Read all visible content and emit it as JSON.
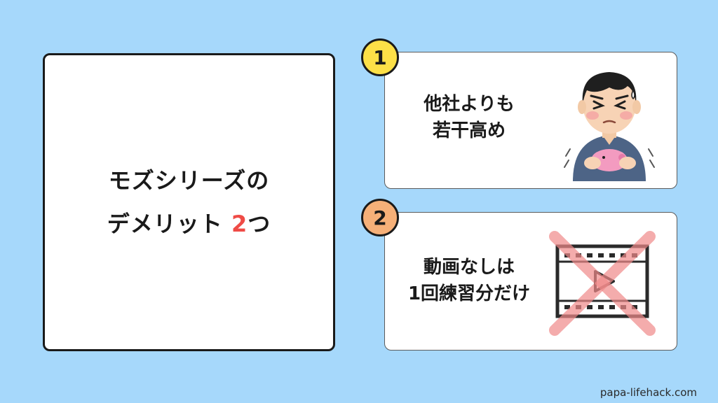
{
  "main": {
    "line1": "モズシリーズの",
    "line2_prefix": "デメリット ",
    "line2_number": "2",
    "line2_suffix": "つ"
  },
  "items": [
    {
      "number": "1",
      "badge_color": "#fde047",
      "lines": [
        "他社よりも",
        "若干高め"
      ],
      "icon": "worried-man-with-piggy-bank-icon"
    },
    {
      "number": "2",
      "badge_color": "#f6b078",
      "lines": [
        "動画なしは",
        "1回練習分だけ"
      ],
      "icon": "crossed-out-video-icon"
    }
  ],
  "footer": {
    "site": "papa-lifehack.com"
  },
  "colors": {
    "background": "#a6d8fb",
    "accent": "#ef4b46"
  }
}
